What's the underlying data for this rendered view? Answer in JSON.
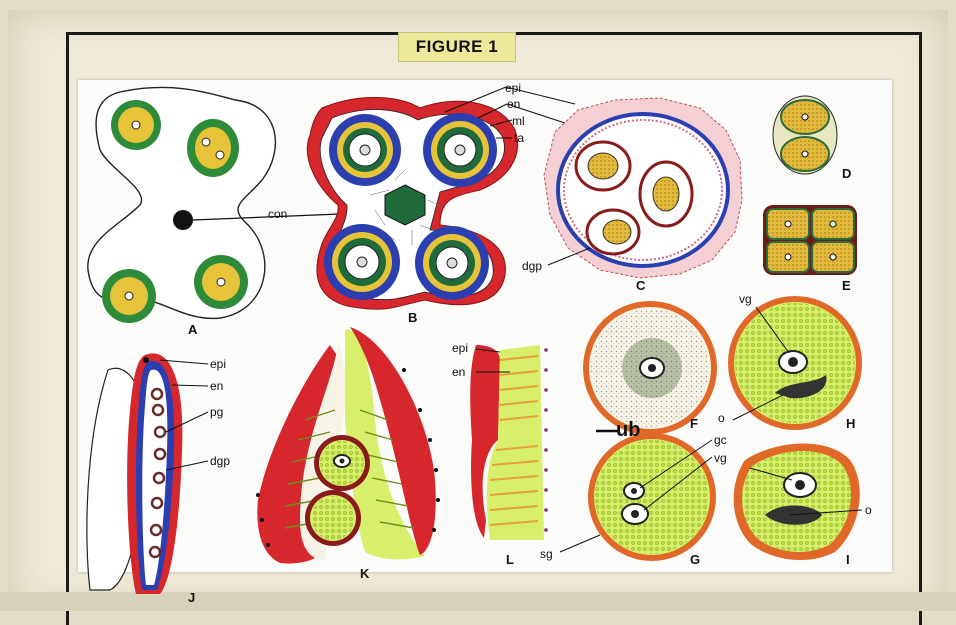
{
  "figure_title": "FIGURE 1",
  "handwriting": "ub",
  "labels": {
    "epi_top": "epi",
    "en_top": "en",
    "ml": "ml",
    "ta": "ta",
    "con": "con",
    "dgp_c": "dgp",
    "vg_h": "vg",
    "o_h": "o",
    "epi_j": "epi",
    "en_j": "en",
    "pg": "pg",
    "dgp_j": "dgp",
    "epi_l": "epi",
    "en_l": "en",
    "gc": "gc",
    "vg_i": "vg",
    "sg": "sg",
    "o_i": "o"
  },
  "panel_letters": {
    "A": "A",
    "B": "B",
    "C": "C",
    "D": "D",
    "E": "E",
    "F": "F",
    "G": "G",
    "H": "H",
    "I": "I",
    "J": "J",
    "K": "K",
    "L": "L"
  },
  "colors": {
    "green": "#2e8b3a",
    "yellow": "#e7c33a",
    "red": "#d6272d",
    "blue": "#2c3fb0",
    "orange": "#e06a2a",
    "pollen_green": "#b8e03a",
    "dark_green": "#1f6b3b"
  }
}
